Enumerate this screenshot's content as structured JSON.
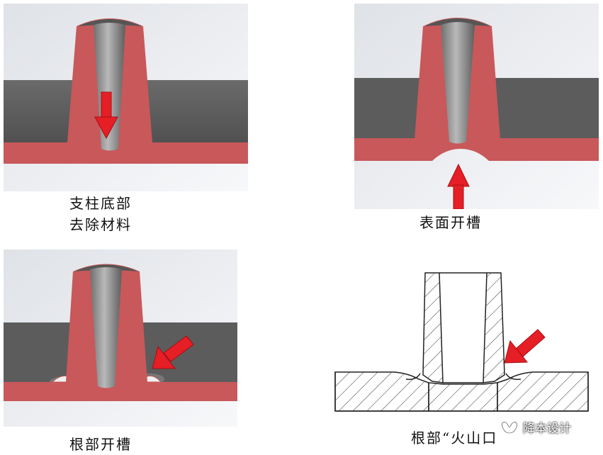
{
  "captions": {
    "panel1_line1": "支柱底部",
    "panel1_line2": "去除材料",
    "panel2": "表面开槽",
    "panel3": "根部开槽",
    "panel4": "根部“火山口"
  },
  "watermark": {
    "text": "降本设计",
    "icon": "wechat-channel-icon"
  },
  "colors": {
    "section_red": "#c8585a",
    "cavity_gray": "#8a8a8a",
    "plate_dark": "#5e5e5e",
    "background_light": "#e9ebee",
    "arrow_red": "#e61e25"
  }
}
